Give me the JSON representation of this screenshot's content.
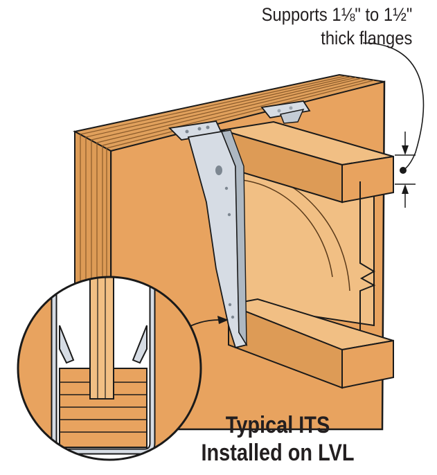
{
  "callout": {
    "line1": "Supports 1⅛\" to 1½\"",
    "line2": "thick flanges"
  },
  "caption": {
    "line1": "Typical ITS",
    "line2": "Installed on LVL"
  },
  "colors": {
    "wood": "#e8a35f",
    "wood_light": "#f1bf84",
    "wood_dark": "#c98a4a",
    "outline": "#1a1a1a",
    "hanger": "#d6dce4",
    "hanger_dark": "#9aa4ae"
  }
}
